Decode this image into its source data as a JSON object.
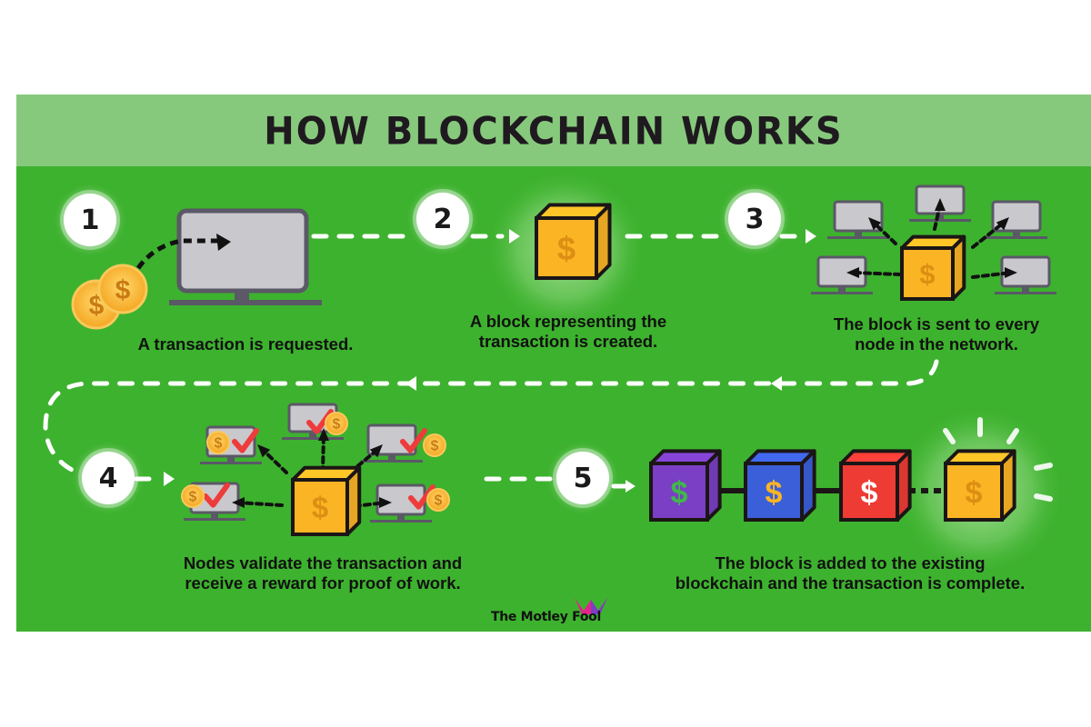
{
  "title": "HOW BLOCKCHAIN WORKS",
  "colors": {
    "panel_green": "#3db22e",
    "header_green": "#87c97c",
    "block_orange": "#fbb424",
    "block_purple": "#7a3fc4",
    "block_blue": "#3b5fd9",
    "block_red": "#ee3b34",
    "check_red": "#ee3b3b",
    "monitor_gray": "#c9c8cc",
    "monitor_frame": "#5b5867"
  },
  "steps": [
    {
      "number": "1",
      "caption_lines": [
        "A transaction is requested."
      ],
      "icons": [
        "coins-icon",
        "monitor-icon"
      ]
    },
    {
      "number": "2",
      "caption_lines": [
        "A block representing the",
        "transaction is created."
      ],
      "icons": [
        "block-icon"
      ]
    },
    {
      "number": "3",
      "caption_lines": [
        "The block is sent to every",
        "node in the network."
      ],
      "icons": [
        "block-icon",
        "network-nodes-icon"
      ]
    },
    {
      "number": "4",
      "caption_lines": [
        "Nodes validate the transaction and",
        "receive a reward for proof of work."
      ],
      "icons": [
        "block-icon",
        "validated-nodes-icon"
      ]
    },
    {
      "number": "5",
      "caption_lines": [
        "The block is added to the existing",
        "blockchain and the transaction is complete."
      ],
      "icons": [
        "blockchain-icon"
      ]
    }
  ],
  "chain_blocks": [
    {
      "color": "purple",
      "symbol": "$"
    },
    {
      "color": "blue",
      "symbol": "$"
    },
    {
      "color": "red",
      "symbol": "$"
    },
    {
      "color": "orange",
      "symbol": "$",
      "highlighted": true
    }
  ],
  "block_symbol": "$",
  "branding": {
    "logo_text": "The Motley Fool"
  }
}
